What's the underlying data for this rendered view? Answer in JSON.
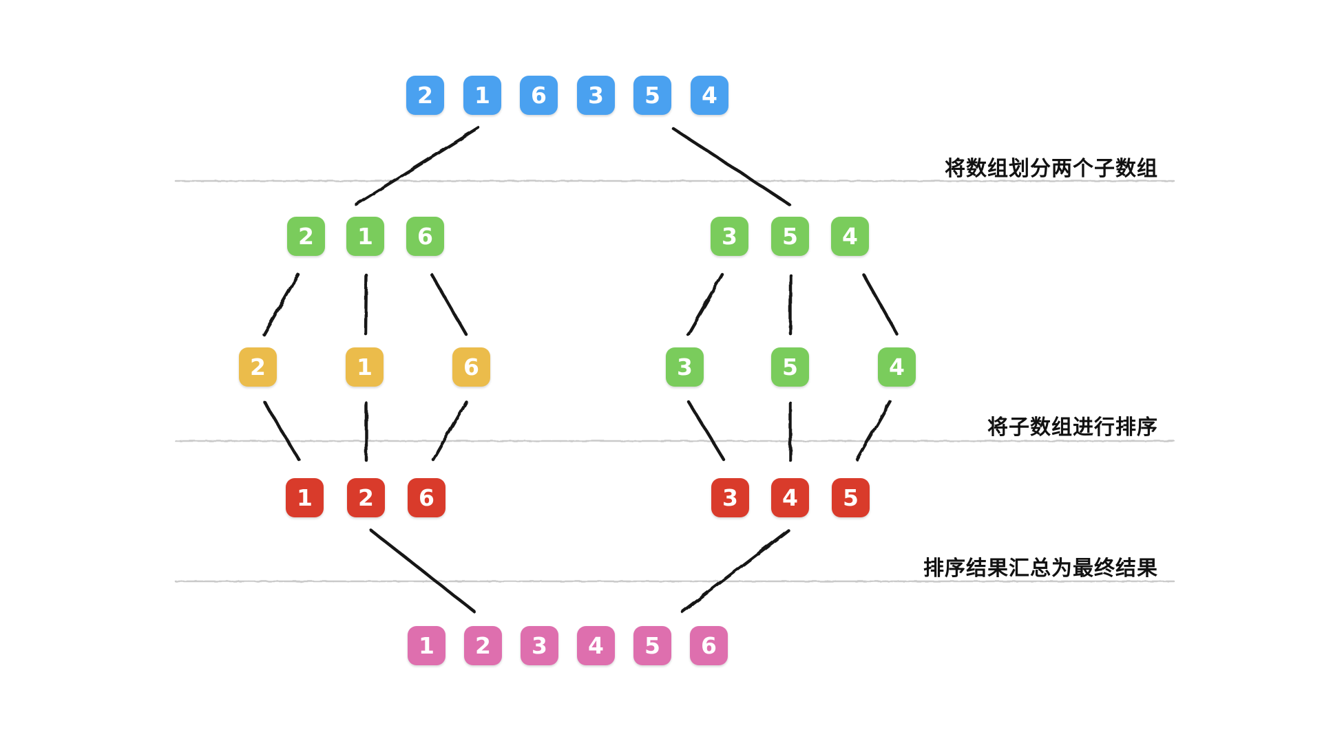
{
  "labels": {
    "step1": "将数组划分两个子数组",
    "step2": "将子数组进行排序",
    "step3": "排序结果汇总为最终结果"
  },
  "colors": {
    "blue": "#4aa1f0",
    "green": "#7acc5c",
    "yellow": "#ebbc4b",
    "red": "#d93b2b",
    "pink": "#de6fae",
    "line": "#161616",
    "divider": "#c9c9c9"
  },
  "rows": {
    "initial": {
      "color": "blue",
      "values": [
        "2",
        "1",
        "6",
        "3",
        "5",
        "4"
      ]
    },
    "split_left": {
      "color": "green",
      "values": [
        "2",
        "1",
        "6"
      ]
    },
    "split_right": {
      "color": "green",
      "values": [
        "3",
        "5",
        "4"
      ]
    },
    "elements_left": {
      "color": "yellow",
      "values": [
        "2",
        "1",
        "6"
      ]
    },
    "elements_right": {
      "color": "green",
      "values": [
        "3",
        "5",
        "4"
      ]
    },
    "sorted_left": {
      "color": "red",
      "values": [
        "1",
        "2",
        "6"
      ]
    },
    "sorted_right": {
      "color": "red",
      "values": [
        "3",
        "4",
        "5"
      ]
    },
    "merged": {
      "color": "pink",
      "values": [
        "1",
        "2",
        "3",
        "4",
        "5",
        "6"
      ]
    }
  }
}
